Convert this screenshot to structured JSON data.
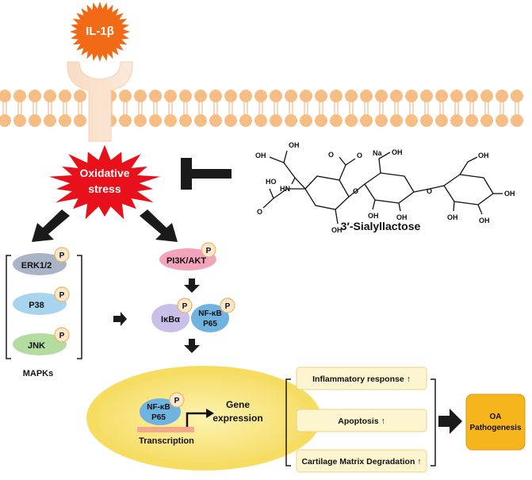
{
  "ligand": {
    "label": "IL-1β"
  },
  "stress": {
    "line1": "Oxidative",
    "line2": "stress"
  },
  "compound": {
    "label": "3′-Sialyllactose",
    "atoms": {
      "oh_top1": "OH",
      "oh_top2": "OH",
      "o_na": "O",
      "na": "Na",
      "oh_sugar2": "OH",
      "hn": "HN",
      "ho": "HO",
      "o_acetyl": "O",
      "oh_bottom1": "OH",
      "o_link1": "O",
      "oh_bottom2": "OH",
      "oh_bottom3": "OH",
      "o_link2": "O",
      "oh_sugar3a": "OH",
      "oh_bottom4": "OH",
      "oh_bottom5": "OH",
      "oh_end": "OH",
      "o_carbonyl": "O"
    }
  },
  "mapk": {
    "group_label": "MAPKs",
    "items": [
      {
        "label": "ERK1/2",
        "color": "#aab4c8"
      },
      {
        "label": "P38",
        "color": "#a9d4ef"
      },
      {
        "label": "JNK",
        "color": "#b2dca0"
      }
    ]
  },
  "phospho": {
    "label": "P"
  },
  "pi3k": {
    "label": "PI3K/AKT",
    "color": "#f4a3bc"
  },
  "ikba": {
    "label": "IκBα",
    "color": "#c9bfe8"
  },
  "nfkb": {
    "line1": "NF-κB",
    "line2": "P65",
    "color": "#6fb3e0"
  },
  "nucleus": {
    "nfkb_line1": "NF-κB",
    "nfkb_line2": "P65",
    "transcription": "Transcription",
    "gene_line1": "Gene",
    "gene_line2": "expression"
  },
  "outcomes": [
    {
      "label": "Inflammatory response ↑"
    },
    {
      "label": "Apoptosis ↑"
    },
    {
      "label": "Cartilage Matrix Degradation ↑"
    }
  ],
  "result": {
    "line1": "OA",
    "line2": "Pathogenesis",
    "color": "#f6b51d"
  }
}
